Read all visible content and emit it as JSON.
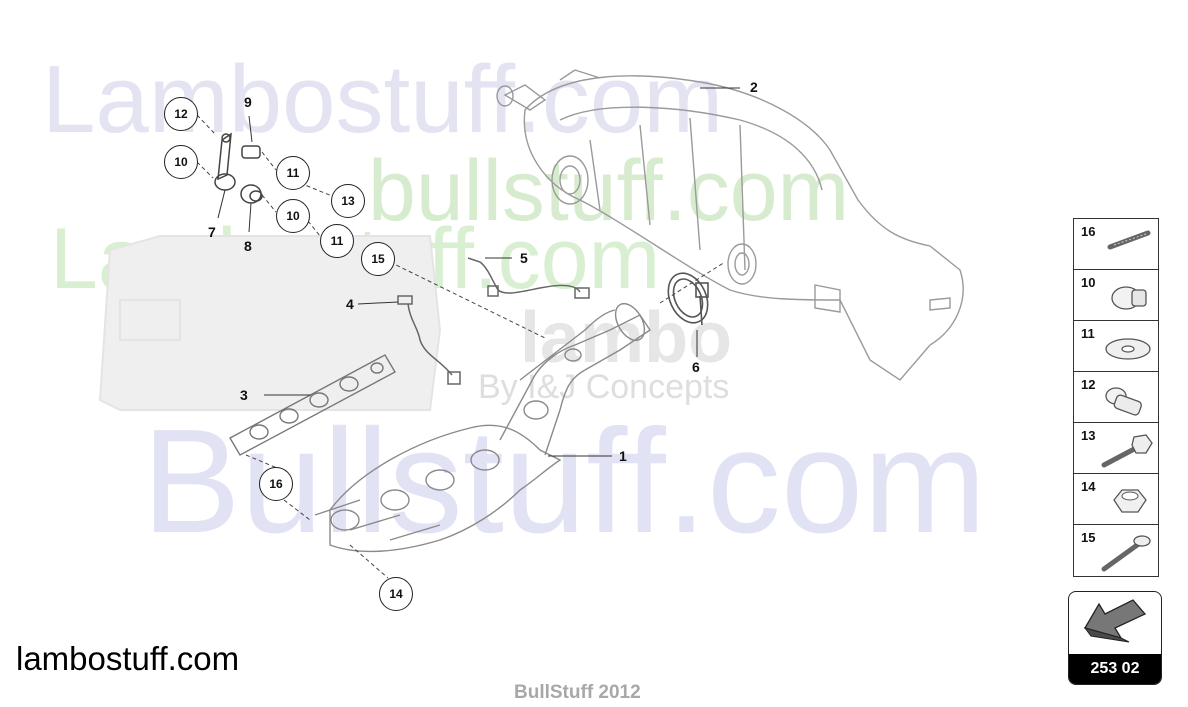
{
  "watermarks": {
    "top": "Lambostuff.com",
    "green_right": "bullstuff.com",
    "green_left": "Lambostuff.com",
    "bottom": "Bullstuff.com",
    "tagline": "By I&J Concepts"
  },
  "footer": {
    "site": "lambostuff.com",
    "copyright": "BullStuff 2012"
  },
  "callouts": {
    "p1": "1",
    "p2": "2",
    "p3": "3",
    "p4": "4",
    "p5": "5",
    "p6": "6",
    "p7": "7",
    "p8": "8",
    "p9": "9",
    "c12": "12",
    "c10a": "10",
    "c11a": "11",
    "c13": "13",
    "c10b": "10",
    "c11b": "11",
    "c15": "15",
    "c16": "16",
    "c14": "14"
  },
  "legend": [
    {
      "num": "16",
      "icon": "stud-bolt-icon"
    },
    {
      "num": "10",
      "icon": "sleeve-nut-icon"
    },
    {
      "num": "11",
      "icon": "washer-icon"
    },
    {
      "num": "12",
      "icon": "spacer-icon"
    },
    {
      "num": "13",
      "icon": "hex-bolt-icon"
    },
    {
      "num": "14",
      "icon": "hex-nut-icon"
    },
    {
      "num": "15",
      "icon": "flange-bolt-icon"
    }
  ],
  "page": {
    "number": "253 02",
    "icon": "previous-page-arrow-icon"
  },
  "colors": {
    "line": "#555555",
    "watermark_blue": "#e2e2f5",
    "watermark_green": "#d7eccf"
  }
}
